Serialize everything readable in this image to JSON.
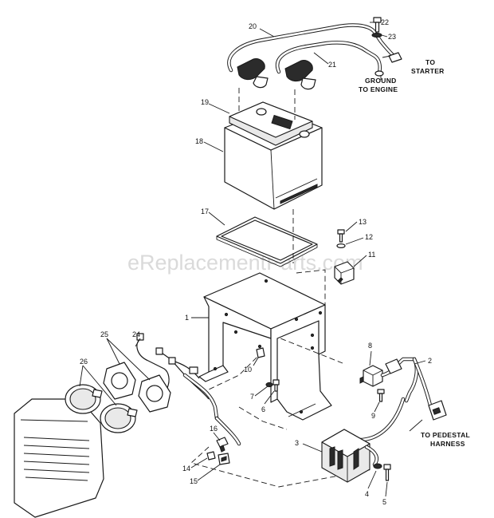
{
  "watermark": "eReplacementParts.com",
  "callouts": {
    "to_starter_1": "TO",
    "to_starter_2": "STARTER",
    "ground_1": "GROUND",
    "ground_2": "TO ENGINE",
    "pedestal_1": "TO PEDESTAL",
    "pedestal_2": "HARNESS"
  },
  "parts": {
    "p1": "1",
    "p2": "2",
    "p3": "3",
    "p4": "4",
    "p5": "5",
    "p6": "6",
    "p7": "7",
    "p8": "8",
    "p9": "9",
    "p10": "10",
    "p11": "11",
    "p12": "12",
    "p13": "13",
    "p14": "14",
    "p15": "15",
    "p16": "16",
    "p17": "17",
    "p18": "18",
    "p19": "19",
    "p20": "20",
    "p21": "21",
    "p22": "22",
    "p23": "23",
    "p24": "24",
    "p25": "25",
    "p26": "26"
  }
}
